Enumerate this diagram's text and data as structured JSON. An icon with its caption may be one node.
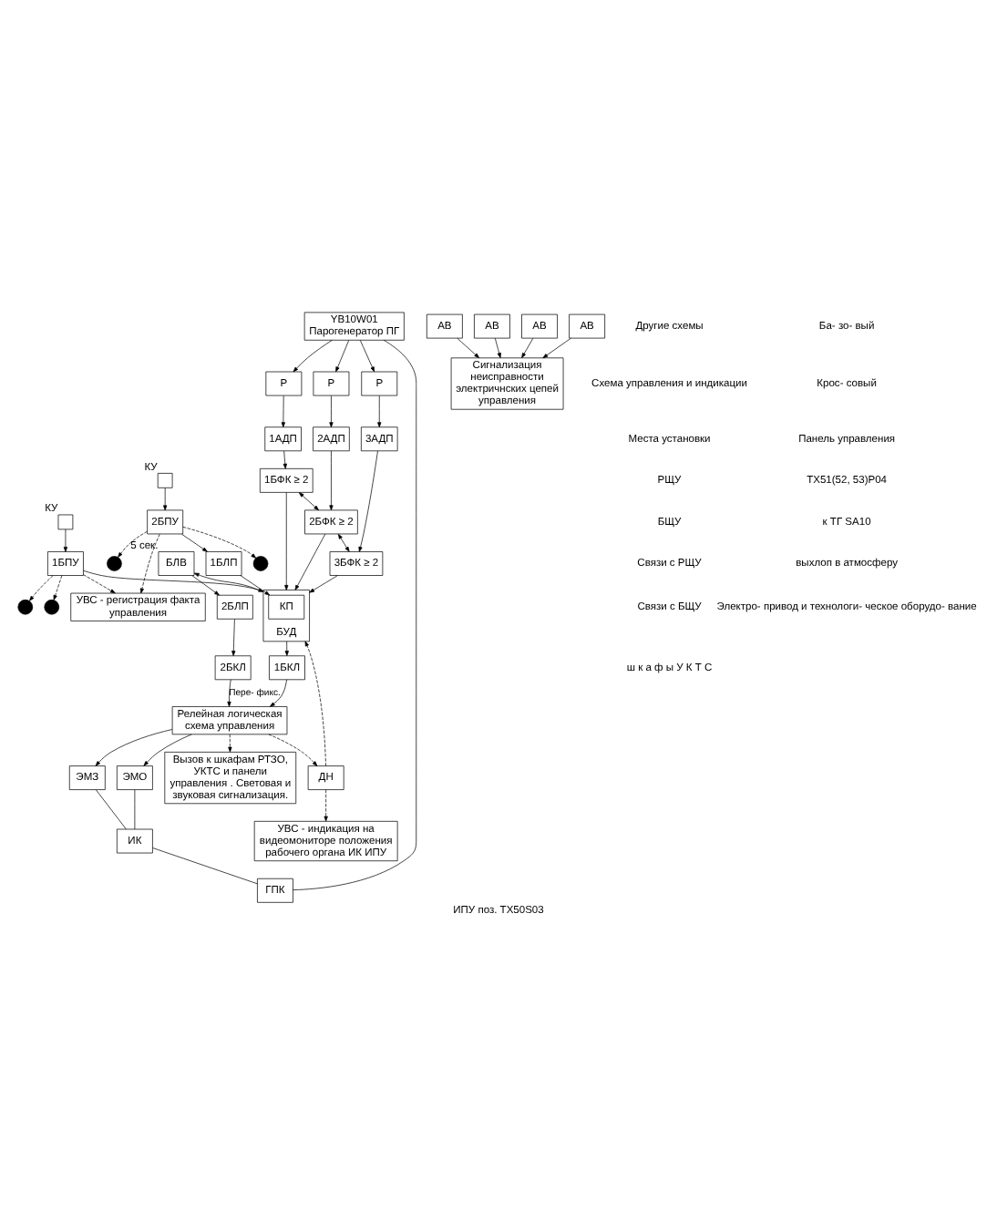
{
  "diagram": {
    "caption": "ИПУ поз. ТХ50S03",
    "nodes": [
      {
        "text": [],
        "shape": "circle"
      },
      {
        "text": [],
        "shape": "circle"
      },
      {
        "text": [],
        "shape": "box",
        "beside": [
          "КУ"
        ]
      },
      {
        "text": [],
        "shape": "box",
        "beside": [
          "КУ"
        ]
      },
      {
        "text": [],
        "shape": "circle"
      },
      {
        "text": [],
        "shape": "circle"
      },
      {
        "text": [
          "1БПУ"
        ]
      },
      {
        "text": [
          "2БПУ"
        ]
      },
      {
        "text": [
          "АВ"
        ]
      },
      {
        "text": [
          "АВ"
        ]
      },
      {
        "text": [
          "БУД"
        ]
      },
      {
        "text": [
          "КП"
        ],
        "in": 10
      },
      {
        "text": [
          "1БЛП"
        ]
      },
      {
        "text": [
          "1БФК ≥ 2"
        ]
      },
      {
        "text": [
          "2БФК ≥ 2"
        ]
      },
      {
        "text": [
          "3БФК ≥ 2"
        ]
      },
      {
        "text": [
          "АВ"
        ]
      },
      {
        "text": [
          "1АДП"
        ]
      },
      {
        "text": [
          "2АДП"
        ]
      },
      {
        "text": [
          "3АДП"
        ]
      },
      {
        "text": [
          "1БКЛ"
        ]
      },
      {
        "text": [
          "БЛВ"
        ],
        "beside": [
          "5 сек."
        ]
      },
      {
        "text": [
          "2БЛП"
        ]
      },
      {
        "text": [
          "2БКЛ"
        ]
      },
      {
        "text": [
          "ДН"
        ]
      },
      {
        "text": [
          "Релейная логическая схема управления"
        ]
      },
      {
        "text": [
          "АВ"
        ]
      },
      {
        "text": [
          "Р"
        ]
      },
      {
        "text": [
          "Р"
        ]
      },
      {
        "text": [
          "Р"
        ]
      },
      {
        "text": [
          "ЭМЗ"
        ]
      },
      {
        "text": [
          "ЭМО"
        ]
      },
      {
        "text": [
          "ГПК"
        ]
      },
      {
        "text": [
          "ИК"
        ]
      },
      {
        "text": [
          "YB10W01",
          "Парогенератор ПГ"
        ]
      },
      {
        "text": [
          "УВС - регистрация факта управления"
        ]
      },
      {
        "text": [
          "Сигнализация неисправности электричнских цепей управления"
        ]
      },
      {
        "text": [
          "УВС - индикация на видеомониторе положения рабочего органа ИК ИПУ"
        ]
      },
      {
        "text": [
          "Вызов к шкафам РТЗО, УКТС и панели управления . Световая и звуковая сигнализация."
        ]
      }
    ],
    "edges": [
      {
        "from": 6,
        "to": 0,
        "arrow": "to",
        "style": "dashed"
      },
      {
        "from": 6,
        "to": 1,
        "arrow": "to",
        "style": "dashed"
      },
      {
        "from": 2,
        "to": 6,
        "arrow": "to"
      },
      {
        "from": 3,
        "to": 7,
        "arrow": "to"
      },
      {
        "from": 7,
        "to": 4,
        "arrow": "to",
        "style": "dashed"
      },
      {
        "from": 7,
        "to": 5,
        "arrow": "to",
        "style": "dashed"
      },
      {
        "from": 6,
        "to": 35,
        "arrow": "to",
        "style": "dashed"
      },
      {
        "from": 7,
        "to": 35,
        "arrow": "to",
        "style": "dashed"
      },
      {
        "from": 8,
        "to": 36,
        "arrow": "to"
      },
      {
        "from": 9,
        "to": 36,
        "arrow": "to"
      },
      {
        "from": 16,
        "to": 36,
        "arrow": "to"
      },
      {
        "from": 26,
        "to": 36,
        "arrow": "to"
      },
      {
        "from": 6,
        "to": 10,
        "arrow": "to"
      },
      {
        "from": 7,
        "to": 12,
        "arrow": "to"
      },
      {
        "from": 12,
        "to": 11,
        "arrow": "to"
      },
      {
        "from": 13,
        "to": 10,
        "arrow": "to"
      },
      {
        "from": 14,
        "to": 10,
        "arrow": "to"
      },
      {
        "from": 15,
        "to": 10,
        "arrow": "to"
      },
      {
        "from": 13,
        "to": 14,
        "arrow": "both"
      },
      {
        "from": 14,
        "to": 15,
        "arrow": "both"
      },
      {
        "from": 17,
        "to": 13,
        "arrow": "to"
      },
      {
        "from": 18,
        "to": 14,
        "arrow": "to"
      },
      {
        "from": 19,
        "to": 15,
        "arrow": "to"
      },
      {
        "from": 27,
        "to": 17,
        "arrow": "to"
      },
      {
        "from": 28,
        "to": 18,
        "arrow": "to"
      },
      {
        "from": 29,
        "to": 19,
        "arrow": "to"
      },
      {
        "from": 10,
        "to": 20,
        "arrow": "to"
      },
      {
        "from": 10,
        "to": 21,
        "arrow": "to"
      },
      {
        "from": 21,
        "to": 22,
        "arrow": "to"
      },
      {
        "from": 22,
        "to": 23,
        "arrow": "to"
      },
      {
        "from": 24,
        "to": 10,
        "arrow": "to",
        "style": "dashed"
      },
      {
        "from": 25,
        "to": 24,
        "arrow": "to",
        "style": "dashed"
      },
      {
        "from": 20,
        "to": 25,
        "arrow": "to"
      },
      {
        "from": 23,
        "to": 25,
        "arrow": "to",
        "label": "Пере- фикс."
      },
      {
        "from": 24,
        "to": 37,
        "arrow": "to",
        "style": "dashed"
      },
      {
        "from": 25,
        "to": 38,
        "arrow": "to",
        "style": "dashed"
      },
      {
        "from": 25,
        "to": 30,
        "arrow": "to"
      },
      {
        "from": 25,
        "to": 31,
        "arrow": "to"
      },
      {
        "from": 30,
        "to": 33,
        "arrow": "none"
      },
      {
        "from": 31,
        "to": 33,
        "arrow": "none"
      },
      {
        "from": 33,
        "to": 32,
        "arrow": "none"
      },
      {
        "from": 34,
        "to": 32,
        "arrow": "none"
      },
      {
        "from": 34,
        "to": 27,
        "arrow": "to"
      },
      {
        "from": 34,
        "to": 28,
        "arrow": "to"
      },
      {
        "from": 34,
        "to": 29,
        "arrow": "to"
      }
    ],
    "labels": [
      "Другие схемы",
      "Схема управления и индикации",
      "Места установки",
      "РЩУ",
      "БЩУ",
      "Связи с РЩУ",
      "Связи с БЩУ",
      "ш к а ф ы У К Т С",
      "Ба- зо- вый",
      "Крос- совый",
      "Панель управления",
      "ТХ51(52, 53)Р04",
      "к ТГ SA10",
      "выхлоп в атмосферу",
      "Электро- привод и технологи- ческое оборудо- вание"
    ]
  }
}
